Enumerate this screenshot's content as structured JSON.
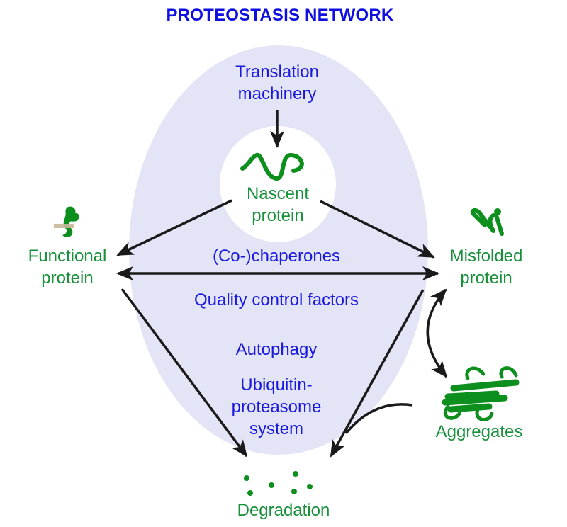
{
  "title": "PROTEOSTASIS NETWORK",
  "colors": {
    "network_fill": "#e4e4f7",
    "center_fill": "#ffffff",
    "process_text": "#1a1adf",
    "state_text": "#17903a",
    "protein_green": "#0d8f1e",
    "arrow": "#1a1a1a",
    "membrane_tan": "#c9b99a"
  },
  "network_components": {
    "translation": [
      "Translation",
      "machinery"
    ],
    "chaperones": "(Co-)chaperones",
    "quality_control": "Quality control factors",
    "autophagy": "Autophagy",
    "ups": [
      "Ubiquitin-",
      "proteasome",
      "system"
    ]
  },
  "protein_states": {
    "nascent": [
      "Nascent",
      "protein"
    ],
    "functional": [
      "Functional",
      "protein"
    ],
    "misfolded": [
      "Misfolded",
      "protein"
    ],
    "aggregates": "Aggregates",
    "degradation": "Degradation"
  },
  "icons": {
    "nascent": "nascent-protein-chain-icon",
    "functional": "folded-protein-membrane-icon",
    "misfolded": "misfolded-protein-icon",
    "aggregates": "protein-aggregate-icon",
    "degradation": "peptide-fragments-icon"
  },
  "flows": [
    {
      "from": "Translation machinery",
      "to": "Nascent protein",
      "type": "one-way"
    },
    {
      "from": "Nascent protein",
      "to": "Functional protein",
      "type": "one-way"
    },
    {
      "from": "Nascent protein",
      "to": "Misfolded protein",
      "type": "one-way"
    },
    {
      "from": "Functional protein",
      "to": "Misfolded protein",
      "type": "two-way"
    },
    {
      "from": "Functional protein",
      "to": "Degradation",
      "type": "one-way"
    },
    {
      "from": "Misfolded protein",
      "to": "Degradation",
      "type": "one-way"
    },
    {
      "from": "Misfolded protein",
      "to": "Aggregates",
      "type": "two-way"
    },
    {
      "from": "Aggregates",
      "to": "Degradation",
      "type": "one-way"
    }
  ]
}
